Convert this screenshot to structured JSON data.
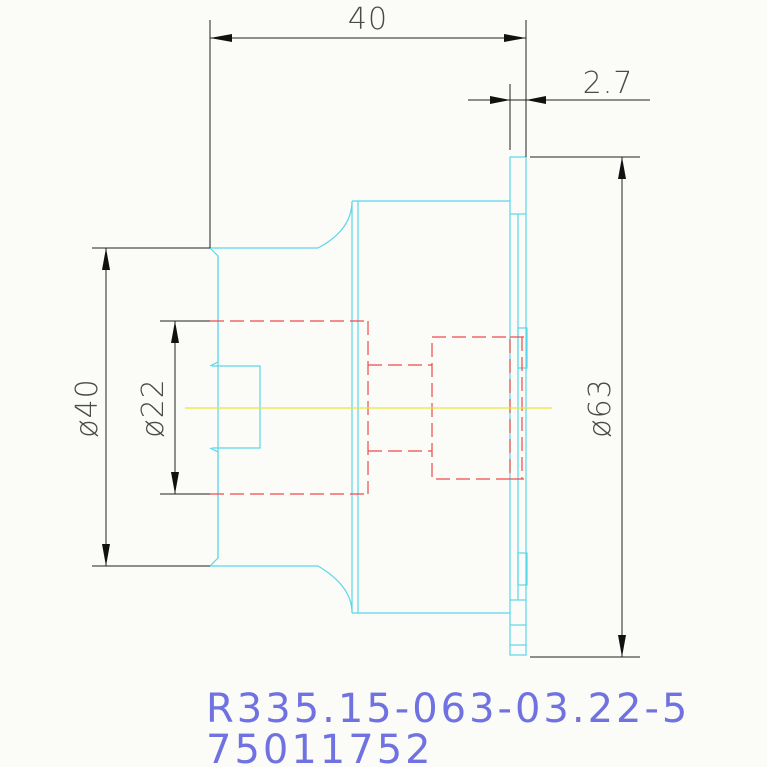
{
  "drawing": {
    "dimensions": {
      "overall_length": "40",
      "flange_thickness": "2.7",
      "shank_diameter": "ø40",
      "bore_diameter": "ø22",
      "outer_diameter": "ø63"
    },
    "part_number": "R335.15-063-03.22-5",
    "order_code": "75011752",
    "colors": {
      "outline": "#59d7ea",
      "hidden": "#ee4a4a",
      "centerline": "#e8e83a",
      "dimension": "#222222",
      "label": "#6f72e0"
    }
  }
}
